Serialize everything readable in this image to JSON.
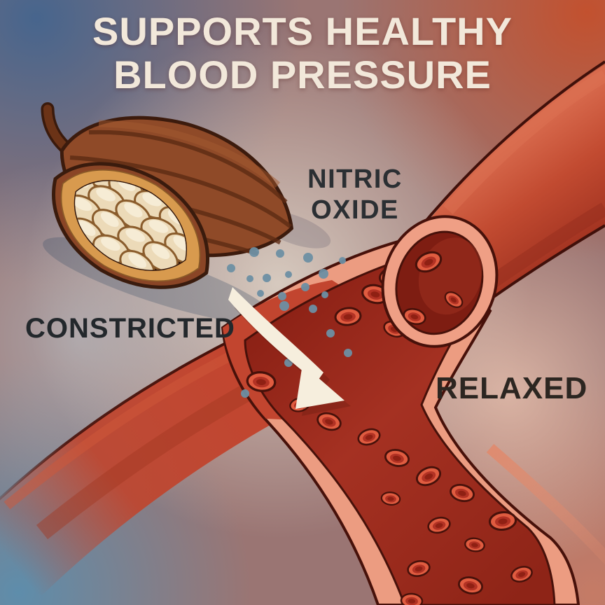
{
  "title": {
    "line1": "SUPPORTS HEALTHY",
    "line2": "BLOOD PRESSURE"
  },
  "labels": {
    "nitric_oxide_line1": "NITRIC",
    "nitric_oxide_line2": "OXIDE",
    "constricted": "CONSTRICTED",
    "relaxed": "RELAXED"
  },
  "colors": {
    "bg_top_left": "#47658d",
    "bg_top_right": "#c2512f",
    "bg_bottom_left": "#5e8dab",
    "bg_bottom_right": "#c57b66",
    "title_text": "#f2e8da",
    "label_text": "#2b2f33",
    "vessel_wall": "#ec9c81",
    "vessel_body": "#c2452f",
    "vessel_lumen": "#962619",
    "vessel_outline": "#47110a",
    "cell_outer": "#e05c40",
    "cell_mid": "#b23224",
    "cell_core": "#8f2013",
    "no_dot": "#6d8fa3",
    "arrow": "#f6eedd",
    "pod_husk": "#8a4526",
    "pod_rim_gold": "#d89a4e",
    "pod_cavity": "#4e2312",
    "bean": "#ecdab8",
    "bean_highlight": "#f8efd9"
  },
  "nitric_oxide_dots": [
    [
      363,
      360,
      7
    ],
    [
      400,
      362,
      6
    ],
    [
      440,
      368,
      7
    ],
    [
      330,
      383,
      6
    ],
    [
      357,
      398,
      5
    ],
    [
      381,
      397,
      6
    ],
    [
      412,
      392,
      5
    ],
    [
      462,
      391,
      7
    ],
    [
      436,
      410,
      6
    ],
    [
      403,
      423,
      6
    ],
    [
      406,
      437,
      7
    ],
    [
      464,
      421,
      5
    ],
    [
      447,
      441,
      6
    ],
    [
      372,
      419,
      5
    ],
    [
      489,
      372,
      5
    ],
    [
      472,
      476,
      6
    ],
    [
      497,
      504,
      6
    ],
    [
      412,
      518,
      6
    ],
    [
      350,
      562,
      6
    ]
  ],
  "vessel": {
    "blood_cells": [
      [
        560,
        394,
        0.6,
        -18
      ],
      [
        536,
        420,
        0.62,
        12
      ],
      [
        497,
        452,
        0.6,
        -6
      ],
      [
        563,
        470,
        0.5,
        22
      ],
      [
        373,
        545,
        0.66,
        6
      ],
      [
        428,
        578,
        0.46,
        -12
      ],
      [
        470,
        602,
        0.56,
        18
      ],
      [
        527,
        624,
        0.52,
        -18
      ],
      [
        567,
        654,
        0.56,
        12
      ],
      [
        612,
        680,
        0.58,
        -24
      ],
      [
        558,
        712,
        0.44,
        6
      ],
      [
        660,
        704,
        0.56,
        14
      ],
      [
        627,
        750,
        0.52,
        -14
      ],
      [
        718,
        744,
        0.62,
        -6
      ],
      [
        678,
        778,
        0.46,
        8
      ],
      [
        598,
        812,
        0.52,
        -12
      ],
      [
        672,
        836,
        0.56,
        12
      ],
      [
        745,
        820,
        0.5,
        -18
      ],
      [
        588,
        858,
        0.5,
        4
      ]
    ],
    "ring_cells": [
      [
        612,
        374,
        0.62,
        -25
      ],
      [
        592,
        452,
        0.52,
        15
      ],
      [
        648,
        428,
        0.45,
        35
      ]
    ]
  },
  "cacao": {
    "beans": [
      [
        -76,
        -40,
        -6
      ],
      [
        -32,
        -42,
        4
      ],
      [
        12,
        -42,
        -4
      ],
      [
        54,
        -38,
        8
      ],
      [
        -92,
        -12,
        6
      ],
      [
        -48,
        -14,
        -5
      ],
      [
        -4,
        -15,
        3
      ],
      [
        40,
        -14,
        -6
      ],
      [
        80,
        -10,
        6
      ],
      [
        -70,
        15,
        -4
      ],
      [
        -26,
        14,
        5
      ],
      [
        18,
        14,
        -5
      ],
      [
        60,
        16,
        4
      ],
      [
        -48,
        42,
        6
      ],
      [
        -6,
        43,
        -4
      ],
      [
        38,
        44,
        5
      ]
    ]
  }
}
